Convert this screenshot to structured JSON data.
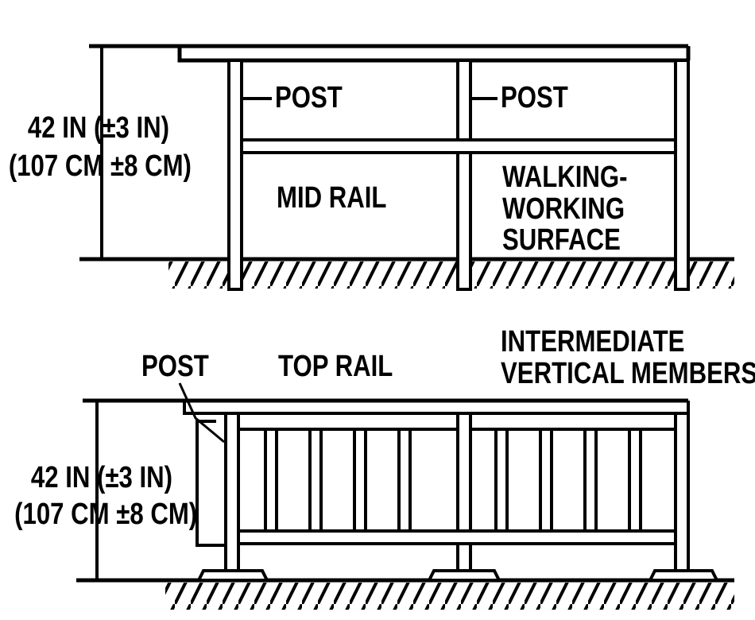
{
  "top_figure": {
    "height_label": {
      "line1": "42 IN (±3 IN)",
      "line2": "(107 CM ±8 CM)"
    },
    "post_label_1": "POST",
    "post_label_2": "POST",
    "mid_rail_label": "MID RAIL",
    "surface_label": {
      "line1": "WALKING-",
      "line2": "WORKING",
      "line3": "SURFACE"
    }
  },
  "bottom_figure": {
    "post_label": "POST",
    "top_rail_label": "TOP RAIL",
    "members_label": {
      "line1": "INTERMEDIATE",
      "line2": "VERTICAL MEMBERS"
    },
    "height_label": {
      "line1": "42 IN (±3 IN)",
      "line2": "(107 CM ±8 CM)"
    }
  },
  "colors": {
    "ink": "#000000",
    "paper": "#ffffff"
  }
}
